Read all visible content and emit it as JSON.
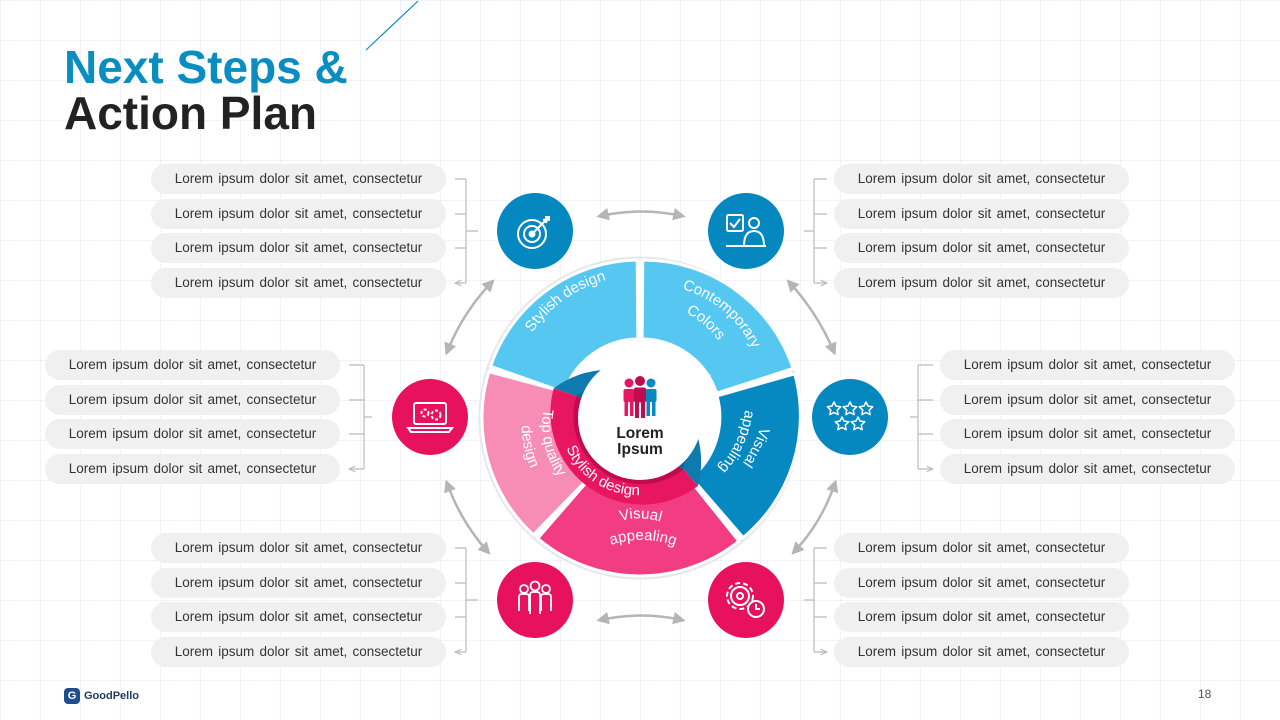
{
  "title": {
    "line1": "Next Steps &",
    "line2": "Action Plan"
  },
  "colors": {
    "accent": "#0a8dc1",
    "blue": "#0588c0",
    "light_blue": "#53c6f0",
    "pink": "#f23d83",
    "light_pink": "#f78db5",
    "magenta": "#e8125c"
  },
  "wheel": {
    "center_label": "Lorem Ipsum",
    "outer_segments": [
      {
        "text": "Stylish design"
      },
      {
        "text": "Contemporary Colors"
      },
      {
        "text": "Visual appealing"
      },
      {
        "text": "Visual appealing"
      },
      {
        "text": "Top quality design"
      }
    ],
    "inner_ring": {
      "top_text": "Stylish design",
      "bottom_text": "Stylish design"
    }
  },
  "icons": [
    {
      "name": "target-icon"
    },
    {
      "name": "checklist-person-icon"
    },
    {
      "name": "stars-icon"
    },
    {
      "name": "gear-clock-icon"
    },
    {
      "name": "team-icon"
    },
    {
      "name": "laptop-gears-icon"
    }
  ],
  "text_groups": {
    "top_left": [
      "Lorem ipsum dolor sit amet, consectetur",
      "Lorem ipsum dolor sit amet, consectetur",
      "Lorem ipsum dolor sit amet, consectetur",
      "Lorem ipsum dolor sit amet, consectetur"
    ],
    "top_right": [
      "Lorem ipsum dolor sit amet, consectetur",
      "Lorem ipsum dolor sit amet, consectetur",
      "Lorem ipsum dolor sit amet, consectetur",
      "Lorem ipsum dolor sit amet, consectetur"
    ],
    "middle_left": [
      "Lorem ipsum dolor sit amet, consectetur",
      "Lorem ipsum dolor sit amet, consectetur",
      "Lorem ipsum dolor sit amet, consectetur",
      "Lorem ipsum dolor sit amet, consectetur"
    ],
    "middle_right": [
      "Lorem ipsum dolor sit amet, consectetur",
      "Lorem ipsum dolor sit amet, consectetur",
      "Lorem ipsum dolor sit amet, consectetur",
      "Lorem ipsum dolor sit amet, consectetur"
    ],
    "bottom_left": [
      "Lorem ipsum dolor sit amet, consectetur",
      "Lorem ipsum dolor sit amet, consectetur",
      "Lorem ipsum dolor sit amet, consectetur",
      "Lorem ipsum dolor sit amet, consectetur"
    ],
    "bottom_right": [
      "Lorem ipsum dolor sit amet, consectetur",
      "Lorem ipsum dolor sit amet, consectetur",
      "Lorem ipsum dolor sit amet, consectetur",
      "Lorem ipsum dolor sit amet, consectetur"
    ]
  },
  "footer": {
    "logo_text": "GoodPello",
    "logo_mark": "G",
    "page_number": "18"
  }
}
